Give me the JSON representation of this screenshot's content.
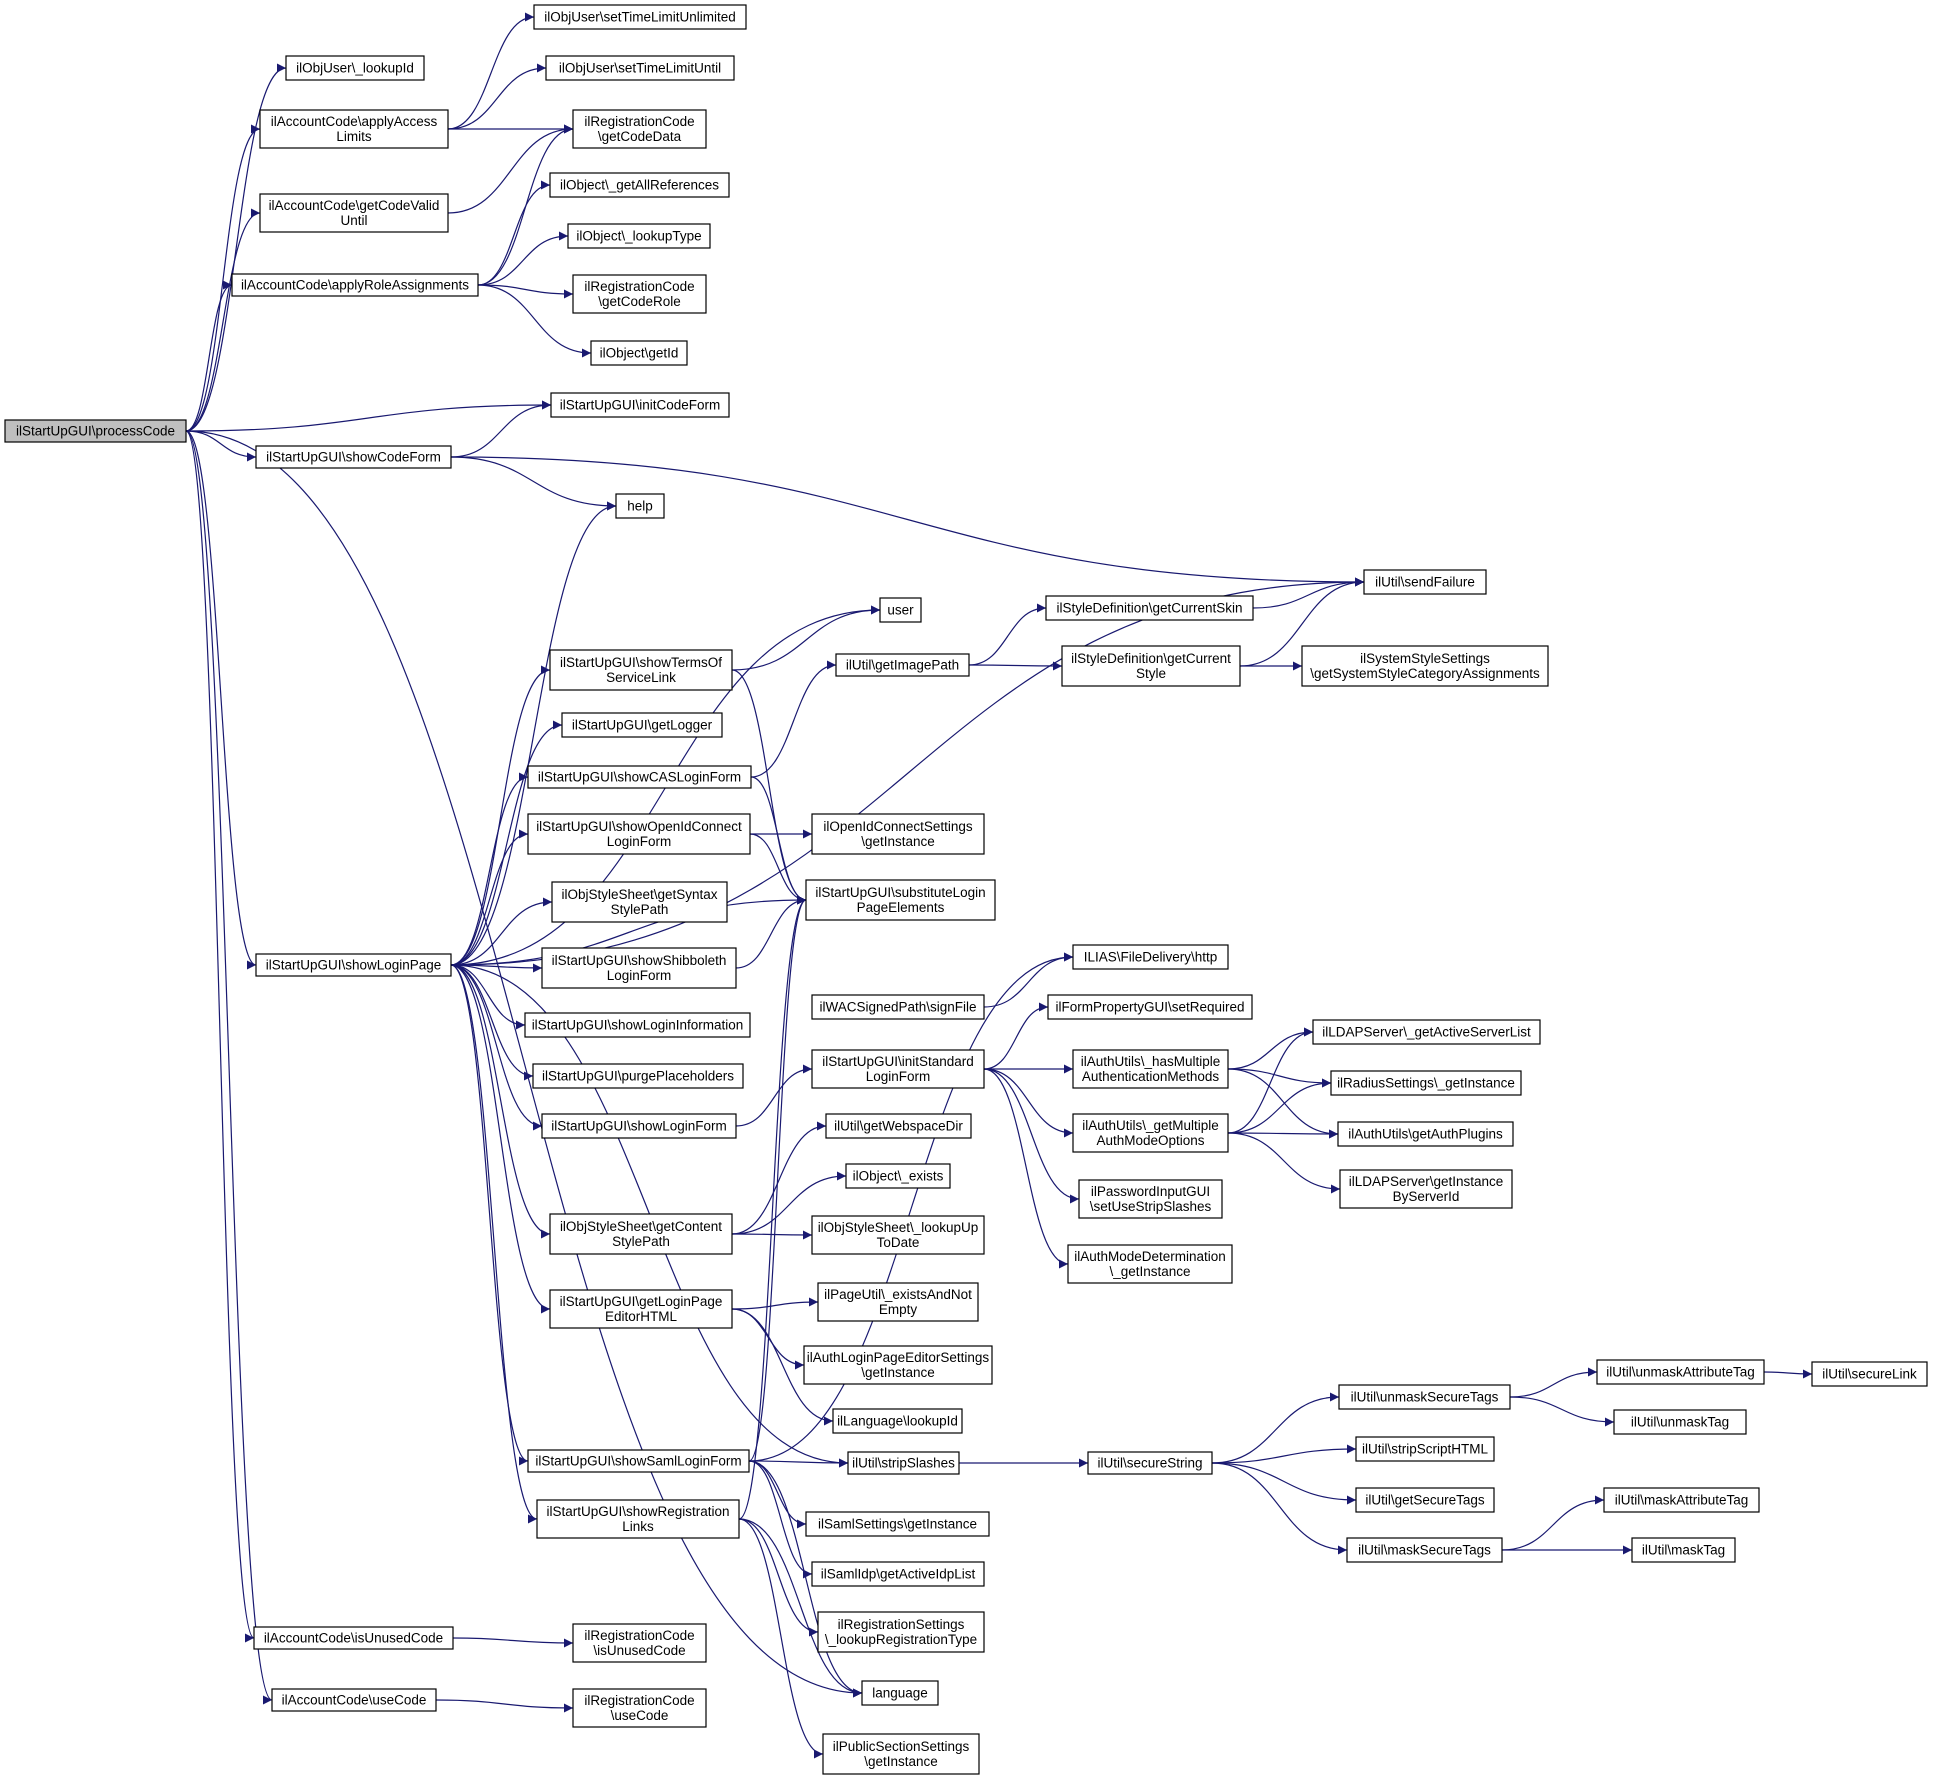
{
  "diagram": {
    "type": "call-graph",
    "colors": {
      "edge": "#191970",
      "node_border": "#000000",
      "node_fill": "#ffffff",
      "root_fill": "#bfbfbf"
    },
    "nodes": [
      {
        "id": "processCode",
        "lines": [
          "ilStartUpGUI\\processCode"
        ],
        "root": true
      },
      {
        "id": "lookupId",
        "lines": [
          "ilObjUser\\_lookupId"
        ]
      },
      {
        "id": "applyAccessLimits",
        "lines": [
          "ilAccountCode\\applyAccess",
          "Limits"
        ]
      },
      {
        "id": "getCodeValidUntil",
        "lines": [
          "ilAccountCode\\getCodeValid",
          "Until"
        ]
      },
      {
        "id": "applyRoleAssignments",
        "lines": [
          "ilAccountCode\\applyRoleAssignments"
        ]
      },
      {
        "id": "setTimeLimitUnlimited",
        "lines": [
          "ilObjUser\\setTimeLimitUnlimited"
        ]
      },
      {
        "id": "setTimeLimitUntil",
        "lines": [
          "ilObjUser\\setTimeLimitUntil"
        ]
      },
      {
        "id": "regGetCodeData",
        "lines": [
          "ilRegistrationCode",
          "\\getCodeData"
        ]
      },
      {
        "id": "getAllReferences",
        "lines": [
          "ilObject\\_getAllReferences"
        ]
      },
      {
        "id": "lookupType",
        "lines": [
          "ilObject\\_lookupType"
        ]
      },
      {
        "id": "regGetCodeRole",
        "lines": [
          "ilRegistrationCode",
          "\\getCodeRole"
        ]
      },
      {
        "id": "objGetId",
        "lines": [
          "ilObject\\getId"
        ]
      },
      {
        "id": "initCodeForm",
        "lines": [
          "ilStartUpGUI\\initCodeForm"
        ]
      },
      {
        "id": "showCodeForm",
        "lines": [
          "ilStartUpGUI\\showCodeForm"
        ]
      },
      {
        "id": "help",
        "lines": [
          "help"
        ]
      },
      {
        "id": "sendFailure",
        "lines": [
          "ilUtil\\sendFailure"
        ]
      },
      {
        "id": "user",
        "lines": [
          "user"
        ]
      },
      {
        "id": "getCurrentSkin",
        "lines": [
          "ilStyleDefinition\\getCurrentSkin"
        ]
      },
      {
        "id": "getImagePath",
        "lines": [
          "ilUtil\\getImagePath"
        ]
      },
      {
        "id": "getCurrentStyle",
        "lines": [
          "ilStyleDefinition\\getCurrent",
          "Style"
        ]
      },
      {
        "id": "sysStyleCat",
        "lines": [
          "ilSystemStyleSettings",
          "\\getSystemStyleCategoryAssignments"
        ]
      },
      {
        "id": "showTermsOfServiceLink",
        "lines": [
          "ilStartUpGUI\\showTermsOf",
          "ServiceLink"
        ]
      },
      {
        "id": "getLogger",
        "lines": [
          "ilStartUpGUI\\getLogger"
        ]
      },
      {
        "id": "showCASLoginForm",
        "lines": [
          "ilStartUpGUI\\showCASLoginForm"
        ]
      },
      {
        "id": "showOpenIdConnectLoginForm",
        "lines": [
          "ilStartUpGUI\\showOpenIdConnect",
          "LoginForm"
        ]
      },
      {
        "id": "openIdGetInstance",
        "lines": [
          "ilOpenIdConnectSettings",
          "\\getInstance"
        ]
      },
      {
        "id": "getSyntaxStylePath",
        "lines": [
          "ilObjStyleSheet\\getSyntax",
          "StylePath"
        ]
      },
      {
        "id": "substituteLoginPageElements",
        "lines": [
          "ilStartUpGUI\\substituteLogin",
          "PageElements"
        ]
      },
      {
        "id": "showLoginPage",
        "lines": [
          "ilStartUpGUI\\showLoginPage"
        ]
      },
      {
        "id": "showShibbolethLoginForm",
        "lines": [
          "ilStartUpGUI\\showShibboleth",
          "LoginForm"
        ]
      },
      {
        "id": "fileDeliveryHttp",
        "lines": [
          "ILIAS\\FileDelivery\\http"
        ]
      },
      {
        "id": "showLoginInformation",
        "lines": [
          "ilStartUpGUI\\showLoginInformation"
        ]
      },
      {
        "id": "signFile",
        "lines": [
          "ilWACSignedPath\\signFile"
        ]
      },
      {
        "id": "setRequired",
        "lines": [
          "ilFormPropertyGUI\\setRequired"
        ]
      },
      {
        "id": "purgePlaceholders",
        "lines": [
          "ilStartUpGUI\\purgePlaceholders"
        ]
      },
      {
        "id": "initStandardLoginForm",
        "lines": [
          "ilStartUpGUI\\initStandard",
          "LoginForm"
        ]
      },
      {
        "id": "hasMultipleAuthMethods",
        "lines": [
          "ilAuthUtils\\_hasMultiple",
          "AuthenticationMethods"
        ]
      },
      {
        "id": "ldapGetActiveServerList",
        "lines": [
          "ilLDAPServer\\_getActiveServerList"
        ]
      },
      {
        "id": "radiusGetInstance",
        "lines": [
          "ilRadiusSettings\\_getInstance"
        ]
      },
      {
        "id": "showLoginForm",
        "lines": [
          "ilStartUpGUI\\showLoginForm"
        ]
      },
      {
        "id": "getMultipleAuthModeOptions",
        "lines": [
          "ilAuthUtils\\_getMultiple",
          "AuthModeOptions"
        ]
      },
      {
        "id": "getAuthPlugins",
        "lines": [
          "ilAuthUtils\\getAuthPlugins"
        ]
      },
      {
        "id": "getWebspaceDir",
        "lines": [
          "ilUtil\\getWebspaceDir"
        ]
      },
      {
        "id": "passwordSetUseStripSlashes",
        "lines": [
          "ilPasswordInputGUI",
          "\\setUseStripSlashes"
        ]
      },
      {
        "id": "ldapGetInstanceByServerId",
        "lines": [
          "ilLDAPServer\\getInstance",
          "ByServerId"
        ]
      },
      {
        "id": "objExists",
        "lines": [
          "ilObject\\_exists"
        ]
      },
      {
        "id": "getContentStylePath",
        "lines": [
          "ilObjStyleSheet\\getContent",
          "StylePath"
        ]
      },
      {
        "id": "lookupUpToDate",
        "lines": [
          "ilObjStyleSheet\\_lookupUp",
          "ToDate"
        ]
      },
      {
        "id": "authModeDetermination",
        "lines": [
          "ilAuthModeDetermination",
          "\\_getInstance"
        ]
      },
      {
        "id": "getLoginPageEditorHTML",
        "lines": [
          "ilStartUpGUI\\getLoginPage",
          "EditorHTML"
        ]
      },
      {
        "id": "existsAndNotEmpty",
        "lines": [
          "ilPageUtil\\_existsAndNot",
          "Empty"
        ]
      },
      {
        "id": "authLoginPageEditor",
        "lines": [
          "ilAuthLoginPageEditorSettings",
          "\\getInstance"
        ]
      },
      {
        "id": "unmaskAttributeTag",
        "lines": [
          "ilUtil\\unmaskAttributeTag"
        ]
      },
      {
        "id": "secureLink",
        "lines": [
          "ilUtil\\secureLink"
        ]
      },
      {
        "id": "unmaskSecureTags",
        "lines": [
          "ilUtil\\unmaskSecureTags"
        ]
      },
      {
        "id": "langLookupId",
        "lines": [
          "ilLanguage\\lookupId"
        ]
      },
      {
        "id": "unmaskTag",
        "lines": [
          "ilUtil\\unmaskTag"
        ]
      },
      {
        "id": "showSamlLoginForm",
        "lines": [
          "ilStartUpGUI\\showSamlLoginForm"
        ]
      },
      {
        "id": "stripSlashes",
        "lines": [
          "ilUtil\\stripSlashes"
        ]
      },
      {
        "id": "secureString",
        "lines": [
          "ilUtil\\secureString"
        ]
      },
      {
        "id": "stripScriptHTML",
        "lines": [
          "ilUtil\\stripScriptHTML"
        ]
      },
      {
        "id": "showRegistrationLinks",
        "lines": [
          "ilStartUpGUI\\showRegistration",
          "Links"
        ]
      },
      {
        "id": "samlSettingsGetInstance",
        "lines": [
          "ilSamlSettings\\getInstance"
        ]
      },
      {
        "id": "getSecureTags",
        "lines": [
          "ilUtil\\getSecureTags"
        ]
      },
      {
        "id": "maskAttributeTag",
        "lines": [
          "ilUtil\\maskAttributeTag"
        ]
      },
      {
        "id": "samlIdpGetActiveIdpList",
        "lines": [
          "ilSamlIdp\\getActiveIdpList"
        ]
      },
      {
        "id": "maskSecureTags",
        "lines": [
          "ilUtil\\maskSecureTags"
        ]
      },
      {
        "id": "maskTag",
        "lines": [
          "ilUtil\\maskTag"
        ]
      },
      {
        "id": "regLookupRegistrationType",
        "lines": [
          "ilRegistrationSettings",
          "\\_lookupRegistrationType"
        ]
      },
      {
        "id": "isUnusedCode",
        "lines": [
          "ilAccountCode\\isUnusedCode"
        ]
      },
      {
        "id": "regIsUnusedCode",
        "lines": [
          "ilRegistrationCode",
          "\\isUnusedCode"
        ]
      },
      {
        "id": "language",
        "lines": [
          "language"
        ]
      },
      {
        "id": "useCode",
        "lines": [
          "ilAccountCode\\useCode"
        ]
      },
      {
        "id": "regUseCode",
        "lines": [
          "ilRegistrationCode",
          "\\useCode"
        ]
      },
      {
        "id": "publicSectionGetInstance",
        "lines": [
          "ilPublicSectionSettings",
          "\\getInstance"
        ]
      }
    ],
    "edges": [
      [
        "processCode",
        "lookupId"
      ],
      [
        "processCode",
        "applyAccessLimits"
      ],
      [
        "processCode",
        "getCodeValidUntil"
      ],
      [
        "processCode",
        "applyRoleAssignments"
      ],
      [
        "processCode",
        "initCodeForm"
      ],
      [
        "processCode",
        "showCodeForm"
      ],
      [
        "processCode",
        "showLoginPage"
      ],
      [
        "processCode",
        "isUnusedCode"
      ],
      [
        "processCode",
        "useCode"
      ],
      [
        "processCode",
        "language"
      ],
      [
        "applyAccessLimits",
        "setTimeLimitUnlimited"
      ],
      [
        "applyAccessLimits",
        "setTimeLimitUntil"
      ],
      [
        "applyAccessLimits",
        "regGetCodeData"
      ],
      [
        "getCodeValidUntil",
        "regGetCodeData"
      ],
      [
        "applyRoleAssignments",
        "regGetCodeData"
      ],
      [
        "applyRoleAssignments",
        "getAllReferences"
      ],
      [
        "applyRoleAssignments",
        "lookupType"
      ],
      [
        "applyRoleAssignments",
        "regGetCodeRole"
      ],
      [
        "applyRoleAssignments",
        "objGetId"
      ],
      [
        "showCodeForm",
        "initCodeForm"
      ],
      [
        "showCodeForm",
        "help"
      ],
      [
        "showCodeForm",
        "sendFailure"
      ],
      [
        "showLoginPage",
        "help"
      ],
      [
        "showLoginPage",
        "sendFailure"
      ],
      [
        "showLoginPage",
        "user"
      ],
      [
        "showLoginPage",
        "showTermsOfServiceLink"
      ],
      [
        "showLoginPage",
        "getLogger"
      ],
      [
        "showLoginPage",
        "showCASLoginForm"
      ],
      [
        "showLoginPage",
        "showOpenIdConnectLoginForm"
      ],
      [
        "showLoginPage",
        "getSyntaxStylePath"
      ],
      [
        "showLoginPage",
        "showShibbolethLoginForm"
      ],
      [
        "showLoginPage",
        "showLoginInformation"
      ],
      [
        "showLoginPage",
        "purgePlaceholders"
      ],
      [
        "showLoginPage",
        "showLoginForm"
      ],
      [
        "showLoginPage",
        "substituteLoginPageElements"
      ],
      [
        "showLoginPage",
        "getContentStylePath"
      ],
      [
        "showLoginPage",
        "getLoginPageEditorHTML"
      ],
      [
        "showLoginPage",
        "stripSlashes"
      ],
      [
        "showLoginPage",
        "showSamlLoginForm"
      ],
      [
        "showLoginPage",
        "showRegistrationLinks"
      ],
      [
        "showTermsOfServiceLink",
        "user"
      ],
      [
        "showTermsOfServiceLink",
        "substituteLoginPageElements"
      ],
      [
        "showCASLoginForm",
        "getImagePath"
      ],
      [
        "showCASLoginForm",
        "substituteLoginPageElements"
      ],
      [
        "showOpenIdConnectLoginForm",
        "openIdGetInstance"
      ],
      [
        "showOpenIdConnectLoginForm",
        "substituteLoginPageElements"
      ],
      [
        "showShibbolethLoginForm",
        "substituteLoginPageElements"
      ],
      [
        "showLoginForm",
        "initStandardLoginForm"
      ],
      [
        "getImagePath",
        "getCurrentSkin"
      ],
      [
        "getImagePath",
        "getCurrentStyle"
      ],
      [
        "getCurrentSkin",
        "sendFailure"
      ],
      [
        "getCurrentStyle",
        "sendFailure"
      ],
      [
        "getCurrentStyle",
        "sysStyleCat"
      ],
      [
        "signFile",
        "fileDeliveryHttp"
      ],
      [
        "initStandardLoginForm",
        "setRequired"
      ],
      [
        "initStandardLoginForm",
        "hasMultipleAuthMethods"
      ],
      [
        "initStandardLoginForm",
        "getMultipleAuthModeOptions"
      ],
      [
        "initStandardLoginForm",
        "passwordSetUseStripSlashes"
      ],
      [
        "initStandardLoginForm",
        "authModeDetermination"
      ],
      [
        "hasMultipleAuthMethods",
        "ldapGetActiveServerList"
      ],
      [
        "hasMultipleAuthMethods",
        "radiusGetInstance"
      ],
      [
        "hasMultipleAuthMethods",
        "getAuthPlugins"
      ],
      [
        "getMultipleAuthModeOptions",
        "ldapGetActiveServerList"
      ],
      [
        "getMultipleAuthModeOptions",
        "radiusGetInstance"
      ],
      [
        "getMultipleAuthModeOptions",
        "getAuthPlugins"
      ],
      [
        "getMultipleAuthModeOptions",
        "ldapGetInstanceByServerId"
      ],
      [
        "getContentStylePath",
        "getWebspaceDir"
      ],
      [
        "getContentStylePath",
        "objExists"
      ],
      [
        "getContentStylePath",
        "lookupUpToDate"
      ],
      [
        "getLoginPageEditorHTML",
        "existsAndNotEmpty"
      ],
      [
        "getLoginPageEditorHTML",
        "authLoginPageEditor"
      ],
      [
        "getLoginPageEditorHTML",
        "langLookupId"
      ],
      [
        "showSamlLoginForm",
        "stripSlashes"
      ],
      [
        "showSamlLoginForm",
        "samlSettingsGetInstance"
      ],
      [
        "showSamlLoginForm",
        "samlIdpGetActiveIdpList"
      ],
      [
        "showSamlLoginForm",
        "substituteLoginPageElements"
      ],
      [
        "showSamlLoginForm",
        "fileDeliveryHttp"
      ],
      [
        "showSamlLoginForm",
        "language"
      ],
      [
        "showRegistrationLinks",
        "regLookupRegistrationType"
      ],
      [
        "showRegistrationLinks",
        "language"
      ],
      [
        "showRegistrationLinks",
        "publicSectionGetInstance"
      ],
      [
        "showRegistrationLinks",
        "substituteLoginPageElements"
      ],
      [
        "stripSlashes",
        "secureString"
      ],
      [
        "secureString",
        "unmaskSecureTags"
      ],
      [
        "secureString",
        "stripScriptHTML"
      ],
      [
        "secureString",
        "getSecureTags"
      ],
      [
        "secureString",
        "maskSecureTags"
      ],
      [
        "unmaskSecureTags",
        "unmaskAttributeTag"
      ],
      [
        "unmaskSecureTags",
        "unmaskTag"
      ],
      [
        "unmaskAttributeTag",
        "secureLink"
      ],
      [
        "maskSecureTags",
        "maskAttributeTag"
      ],
      [
        "maskSecureTags",
        "maskTag"
      ],
      [
        "isUnusedCode",
        "regIsUnusedCode"
      ],
      [
        "useCode",
        "regUseCode"
      ]
    ]
  }
}
